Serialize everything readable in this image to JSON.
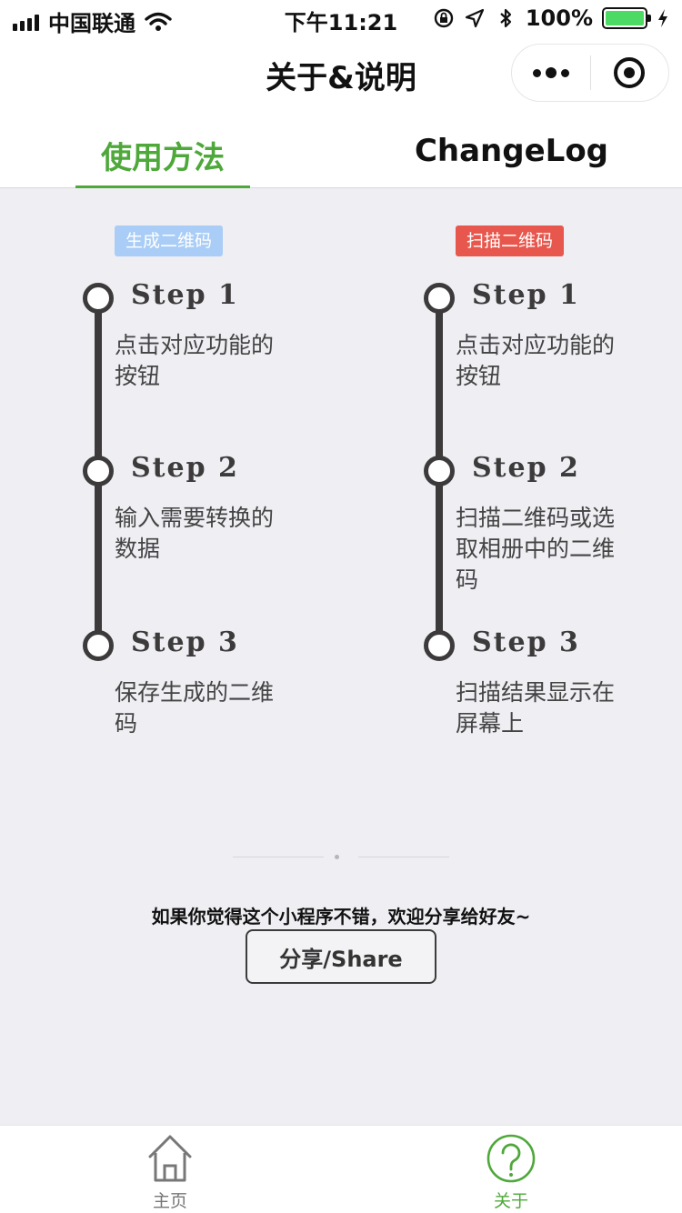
{
  "status_bar": {
    "carrier": "中国联通",
    "time": "下午11:21",
    "battery": "100%",
    "battery_level": 1.0,
    "battery_color": "#4cd964"
  },
  "nav": {
    "title": "关于&说明"
  },
  "tabs": {
    "usage": "使用方法",
    "changelog": "ChangeLog",
    "active": "usage",
    "accent_color": "#4ea83a"
  },
  "guide": {
    "generate": {
      "badge": "生成二维码",
      "badge_color": "#a9cdf6",
      "steps": [
        {
          "title": "Step 1",
          "desc": "点击对应功能的按钮"
        },
        {
          "title": "Step 2",
          "desc": "输入需要转换的数据"
        },
        {
          "title": "Step 3",
          "desc": "保存生成的二维码"
        }
      ]
    },
    "scan": {
      "badge": "扫描二维码",
      "badge_color": "#e8574d",
      "steps": [
        {
          "title": "Step 1",
          "desc": "点击对应功能的按钮"
        },
        {
          "title": "Step 2",
          "desc": "扫描二维码或选取相册中的二维码"
        },
        {
          "title": "Step 3",
          "desc": "扫描结果显示在屏幕上"
        }
      ]
    }
  },
  "footer": {
    "share_text": "如果你觉得这个小程序不错，欢迎分享给好友~",
    "share_button": "分享/Share"
  },
  "tabbar": {
    "home": "主页",
    "about": "关于",
    "active": "about"
  },
  "icons": {
    "status": [
      "signal-icon",
      "wifi-icon",
      "lock-rotation-icon",
      "location-icon",
      "bluetooth-icon",
      "battery-icon",
      "charging-icon"
    ],
    "nav": [
      "more-icon",
      "close-miniprogram-icon"
    ],
    "tabbar": [
      "home-icon",
      "help-icon"
    ]
  }
}
